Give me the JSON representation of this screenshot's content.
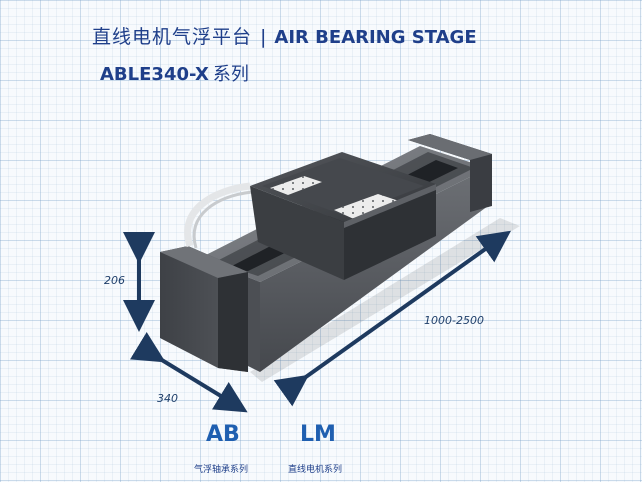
{
  "header": {
    "title_cn": "直线电机气浮平台",
    "separator": "|",
    "title_en": "AIR BEARING STAGE",
    "model": "ABLE340-X",
    "series": "系列"
  },
  "dimensions": {
    "height": "206",
    "width": "340",
    "travel": "1000-2500"
  },
  "labels": [
    {
      "code": "AB",
      "caption": "气浮轴承系列"
    },
    {
      "code": "LM",
      "caption": "直线电机系列"
    }
  ],
  "colors": {
    "title": "#1f3f8a",
    "accent": "#1f5fb0",
    "arrow": "#1e3a5f",
    "body_dark": "#4a4d52",
    "body_mid": "#6b6e73",
    "plate": "#ececec"
  }
}
